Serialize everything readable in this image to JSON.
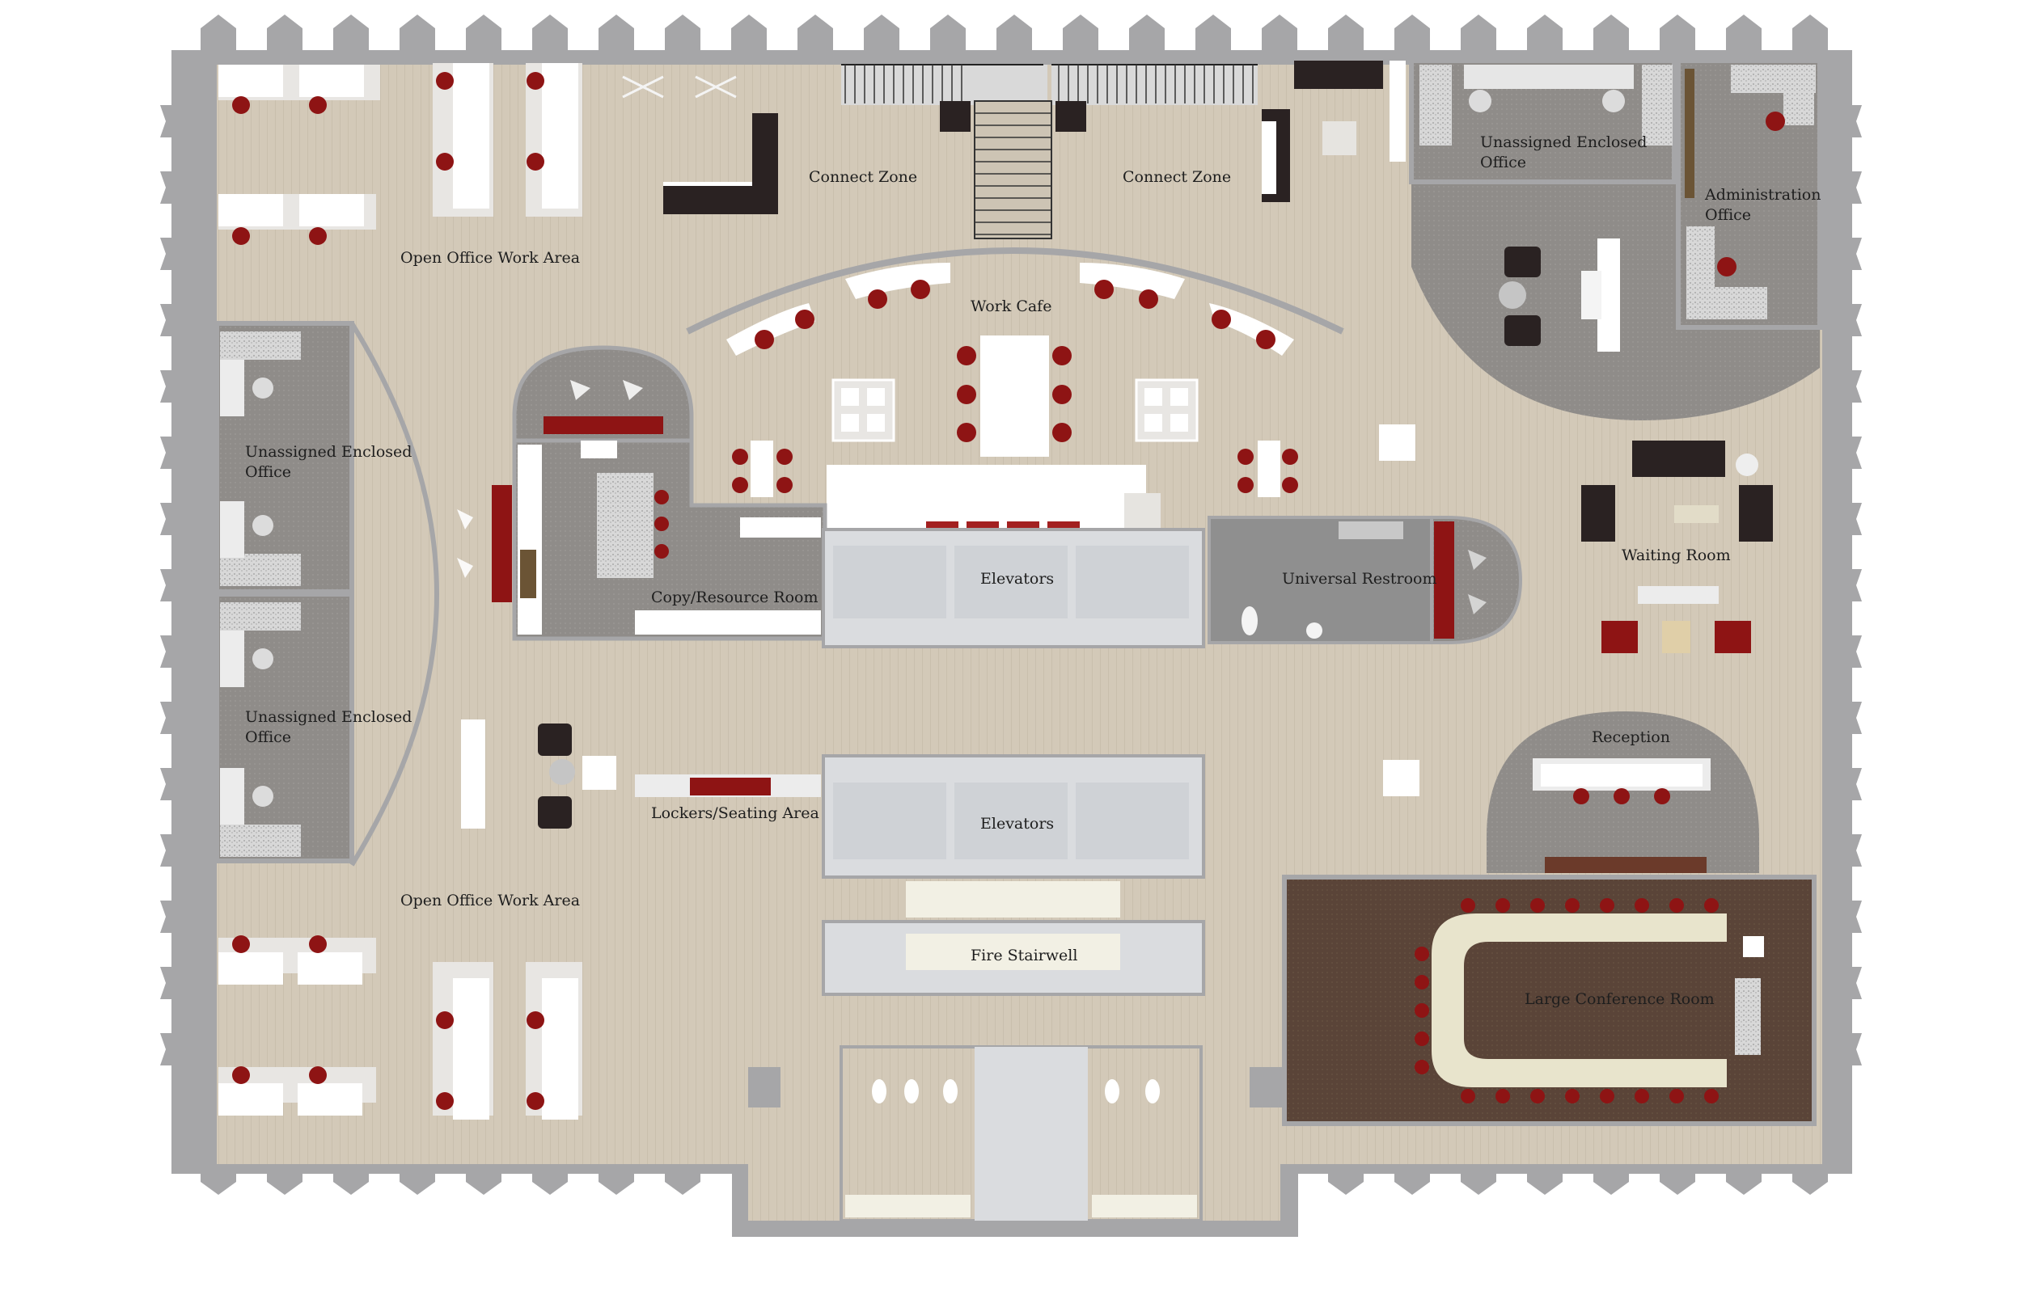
{
  "labels": {
    "open_office_top": "Open Office Work Area",
    "open_office_bottom": "Open Office Work Area",
    "connect_zone_left": "Connect Zone",
    "connect_zone_right": "Connect Zone",
    "work_cafe": "Work Cafe",
    "unassigned_top_right_l1": "Unassigned Enclosed",
    "unassigned_top_right_l2": "Office",
    "administration_l1": "Administration",
    "administration_l2": "Office",
    "unassigned_left_upper_l1": "Unassigned Enclosed",
    "unassigned_left_upper_l2": "Office",
    "unassigned_left_lower_l1": "Unassigned Enclosed",
    "unassigned_left_lower_l2": "Office",
    "copy_resource_room": "Copy/Resource Room",
    "elevators_upper": "Elevators",
    "elevators_lower": "Elevators",
    "universal_restroom": "Universal Restroom",
    "waiting_room": "Waiting Room",
    "reception": "Reception",
    "lockers_seating": "Lockers/Seating Area",
    "fire_stairwell": "Fire Stairwell",
    "large_conference_room": "Large Conference Room"
  },
  "colors": {
    "wall": "#a6a6a8",
    "floor": "#d3c9b8",
    "carpet_gray": "#8f8c89",
    "core": "#dadcdf",
    "conference_floor": "#5a4438",
    "chair_red": "#8e1414",
    "furniture_white": "#ffffff",
    "dark_furniture": "#2a2222"
  }
}
